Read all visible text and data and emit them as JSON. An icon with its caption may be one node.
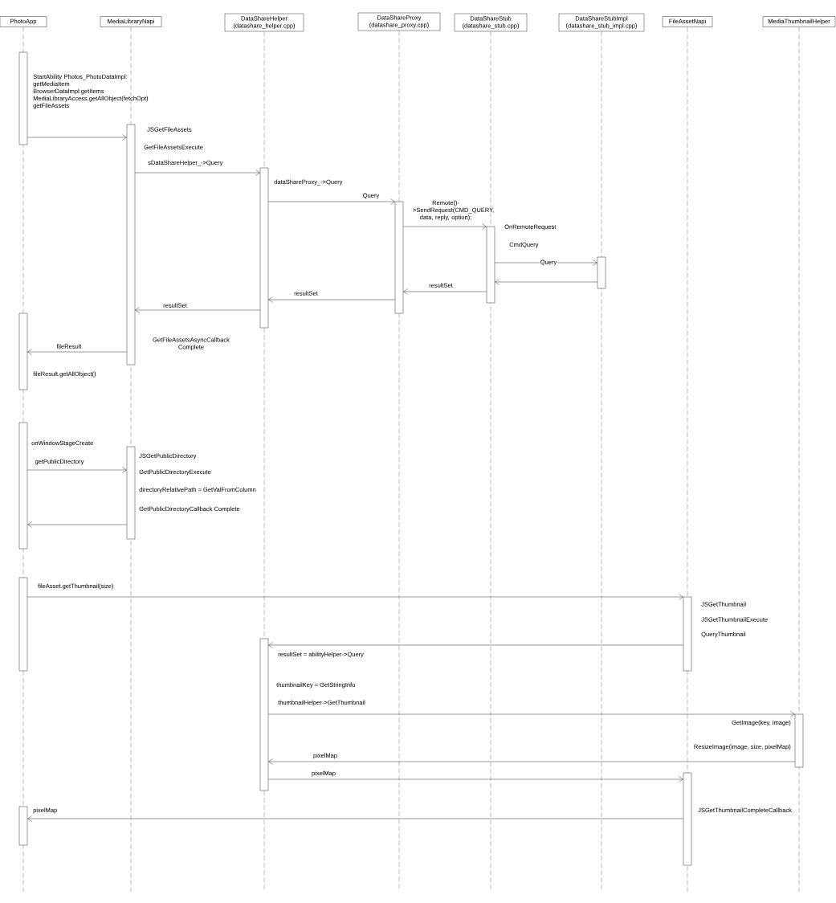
{
  "diagram": {
    "nodes": [
      {
        "text": [
          "PhotoApp"
        ]
      },
      {
        "text": [
          "MediaLibraryNapi"
        ]
      },
      {
        "text": [
          "DataShareHelper (datashare_helper.cpp)"
        ]
      },
      {
        "text": [
          "DataShareProxy (datashare_proxy.cpp)"
        ]
      },
      {
        "text": [
          "DataShareStub (datashare_stub.cpp)"
        ]
      },
      {
        "text": [
          "DataShareStubImpl (datashare_stub_impl.cpp)"
        ]
      },
      {
        "text": [
          "FileAssetNapi"
        ]
      },
      {
        "text": [
          "MediaThumbnailHelper"
        ]
      },
      {
        "text": [],
        "shape": "bar"
      },
      {
        "text": [],
        "shape": "bar"
      },
      {
        "text": [],
        "shape": "bar"
      },
      {
        "text": [],
        "shape": "bar"
      },
      {
        "text": [],
        "shape": "bar"
      },
      {
        "text": [],
        "shape": "bar"
      },
      {
        "text": [],
        "shape": "bar"
      },
      {
        "text": [],
        "shape": "bar"
      },
      {
        "text": [],
        "shape": "bar"
      },
      {
        "text": [],
        "shape": "bar"
      },
      {
        "text": [],
        "shape": "bar"
      },
      {
        "text": [],
        "shape": "bar"
      },
      {
        "text": [],
        "shape": "bar"
      },
      {
        "text": [],
        "shape": "bar"
      },
      {
        "text": [],
        "shape": "bar"
      }
    ],
    "edges": [
      {
        "from": 8,
        "to": 13,
        "arrow": "to",
        "label": "StartAbility Photos_PhotoDataImpl: getMediaItem BrowserDataImpl:getItems MediaLibraryAccess.getAllObject(fetchOpt) getFileAssets"
      },
      {
        "from": 13,
        "to": 15,
        "arrow": "to",
        "label": "sDataShareHelper_->Query"
      },
      {
        "from": 15,
        "to": 17,
        "arrow": "to",
        "label": "Query"
      },
      {
        "from": 17,
        "to": 18,
        "arrow": "to",
        "label": "Remote()->SendRequest(CMD_QUERY, data, reply, option);"
      },
      {
        "from": 18,
        "to": 19,
        "arrow": "to",
        "label": "Query"
      },
      {
        "from": 19,
        "to": 18,
        "arrow": "to"
      },
      {
        "from": 18,
        "to": 17,
        "arrow": "to",
        "label": "resultSet"
      },
      {
        "from": 17,
        "to": 15,
        "arrow": "to",
        "label": "resultSet"
      },
      {
        "from": 15,
        "to": 13,
        "arrow": "to",
        "label": "resultSet"
      },
      {
        "from": 13,
        "to": 9,
        "arrow": "to",
        "label": "fileResult"
      },
      {
        "from": 10,
        "to": 14,
        "arrow": "to",
        "label": "getPublicDirectory"
      },
      {
        "from": 14,
        "to": 10,
        "arrow": "to"
      },
      {
        "from": 11,
        "to": 20,
        "arrow": "to",
        "label": "fileAsset.getThumbnail(size)"
      },
      {
        "from": 20,
        "to": 16,
        "arrow": "to",
        "label": "resultSet = abilityHelper->Query"
      },
      {
        "from": 16,
        "to": 22,
        "arrow": "to",
        "label": "thumbnailHelper->GetThumbnail"
      },
      {
        "from": 22,
        "to": 16,
        "arrow": "to",
        "label": "pixelMap"
      },
      {
        "from": 16,
        "to": 21,
        "arrow": "to",
        "label": "pixelMap"
      },
      {
        "from": 21,
        "to": 12,
        "arrow": "to",
        "label": "pixelMap"
      }
    ],
    "labels": [
      "JSGetFileAssets",
      "GetFileAssetsExecute",
      "dataShareProxy_->Query",
      "OnRemoteRequest",
      "CmdQuery",
      "GetFileAssetsAsyncCallback Complete",
      "fileResult.getAllObject()",
      "onWindowStageCreate",
      "JSGetPublicDirectory",
      "GetPublicDirectoryExecute",
      "directoryRelativePath = GetValFromColumn",
      "GetPublicDirectoryCallback Complete",
      "JSGetThumbnail",
      "JSGetThumbnailExecute",
      "QueryThumbnail",
      "thumbnailKey = GetStringInfo",
      "GetImage(key, image)",
      "ResizeImage(image, size, pixelMap)",
      "JSGetThumbnailCompleteCallback"
    ]
  }
}
